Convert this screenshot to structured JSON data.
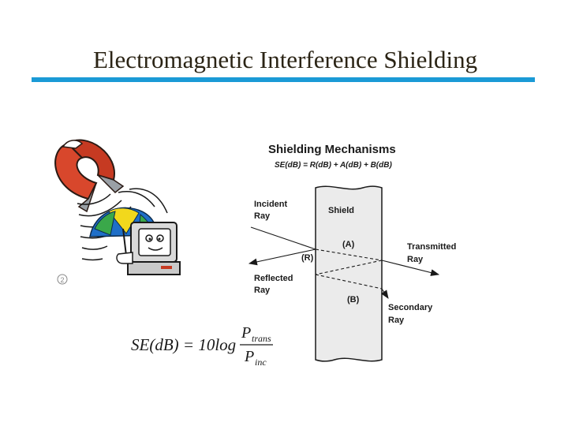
{
  "slide": {
    "title": "Electromagnetic Interference Shielding"
  },
  "diagram": {
    "heading": "Shielding Mechanisms",
    "equation": "SE(dB) = R(dB) + A(dB) + B(dB)",
    "labels": {
      "incident": [
        "Incident",
        "Ray"
      ],
      "shield": "Shield",
      "a": "(A)",
      "r": "(R)",
      "transmitted": [
        "Transmitted",
        "Ray"
      ],
      "reflected": [
        "Reflected",
        "Ray"
      ],
      "b": "(B)",
      "secondary": [
        "Secondary",
        "Ray"
      ]
    }
  },
  "formula": {
    "lhs": "SE(dB) = 10log",
    "numerator_main": "P",
    "numerator_sub": "trans",
    "denominator_main": "P",
    "denominator_sub": "inc"
  },
  "illustration": {
    "badge": "2"
  },
  "colors": {
    "accent_rule": "#1a9ad6",
    "magnet_red": "#d8472c",
    "umbrella_blue": "#1f6fc8",
    "umbrella_yellow": "#f2d81c",
    "umbrella_green": "#3aa84a"
  }
}
